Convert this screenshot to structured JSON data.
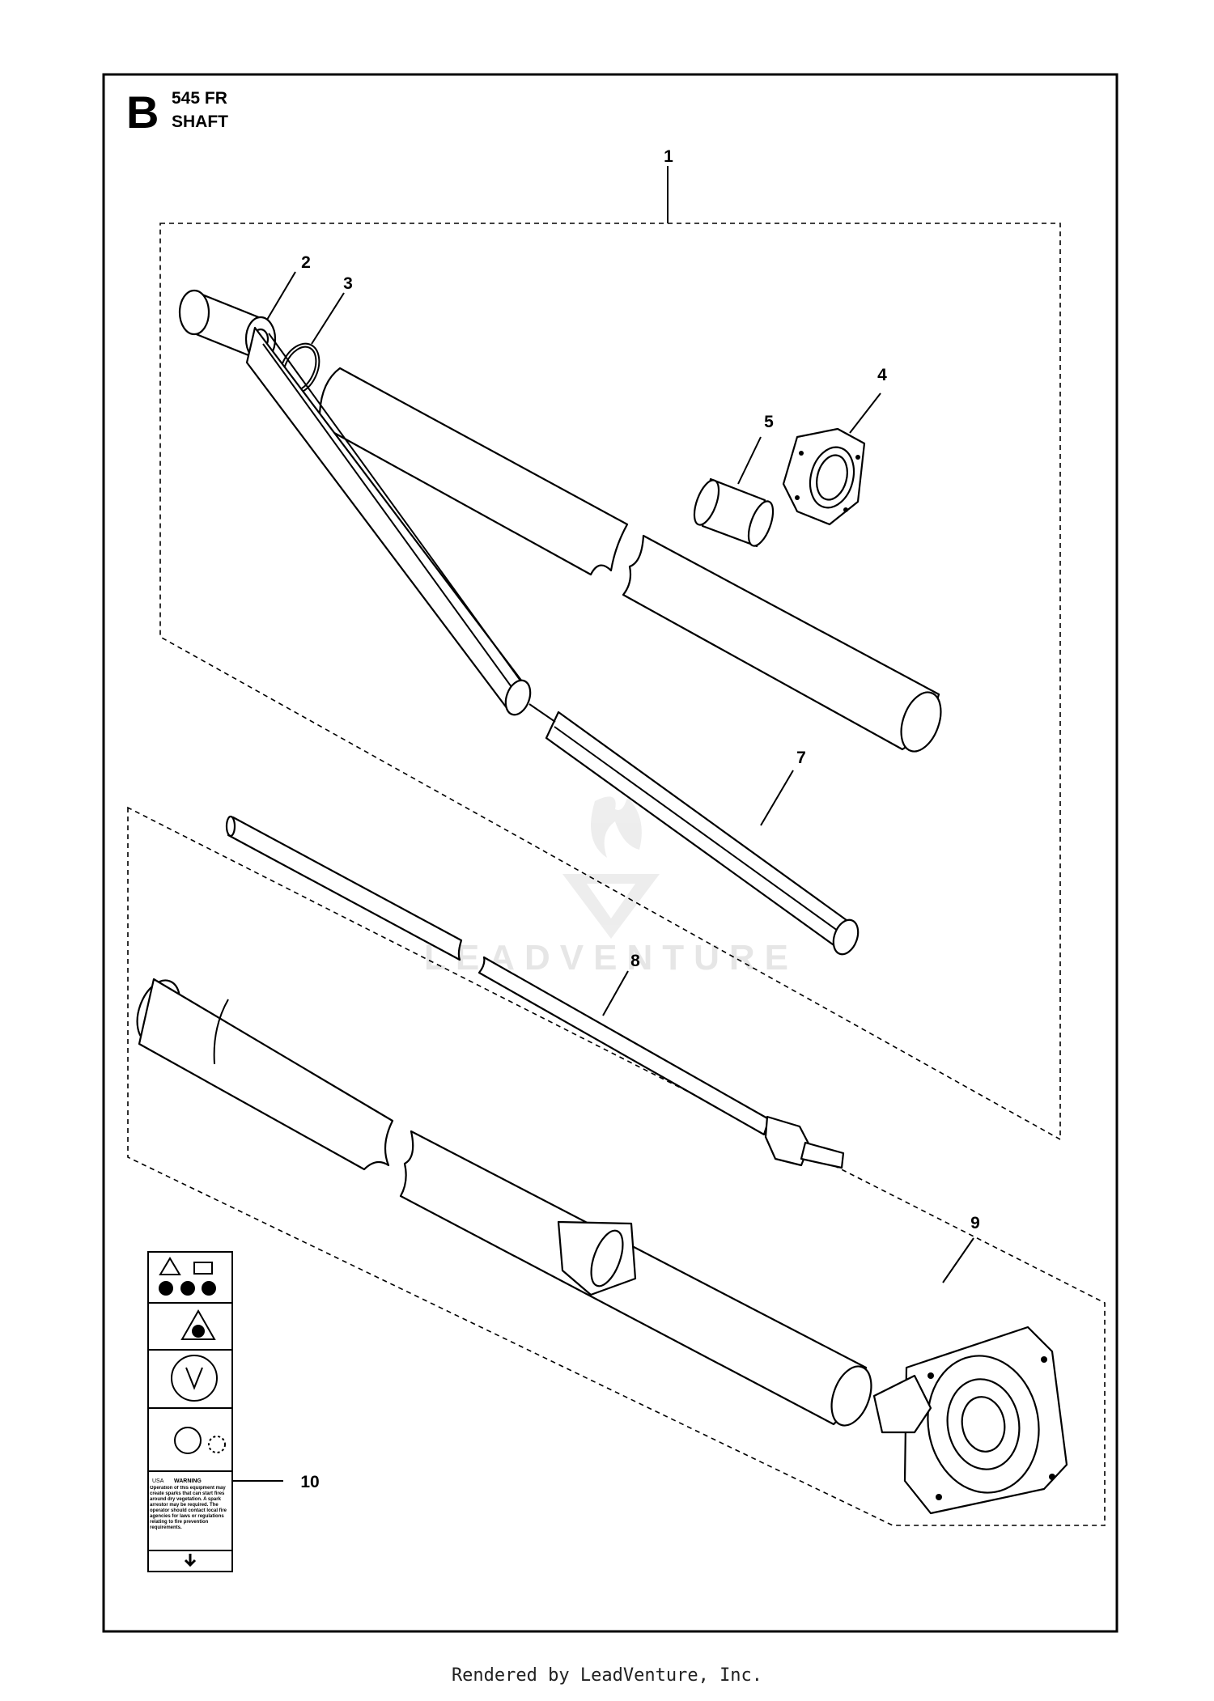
{
  "header": {
    "section_letter": "B",
    "model": "545 FR",
    "assembly": "SHAFT"
  },
  "callouts": [
    {
      "id": "callout-1",
      "text": "1"
    },
    {
      "id": "callout-2",
      "text": "2"
    },
    {
      "id": "callout-3",
      "text": "3"
    },
    {
      "id": "callout-4",
      "text": "4"
    },
    {
      "id": "callout-5",
      "text": "5"
    },
    {
      "id": "callout-7",
      "text": "7"
    },
    {
      "id": "callout-8",
      "text": "8"
    },
    {
      "id": "callout-9",
      "text": "9"
    },
    {
      "id": "callout-10",
      "text": "10"
    }
  ],
  "decal": {
    "country": "USA",
    "signal_word": "WARNING",
    "warning_text": "Operation of this equipment may create sparks that can start fires around dry vegetation. A spark arrestor may be required. The operator should contact local fire agencies for laws or regulations relating to fire prevention requirements."
  },
  "watermark": "LEADVENTURE",
  "footer": "Rendered by LeadVenture, Inc."
}
